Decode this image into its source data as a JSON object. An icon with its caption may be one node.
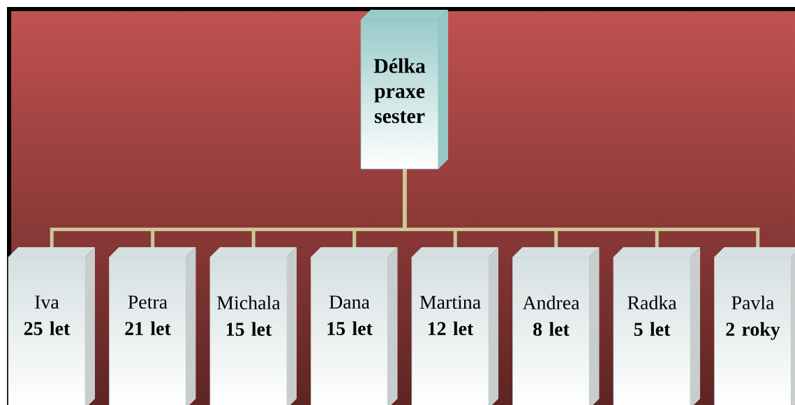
{
  "diagram": {
    "nodes": [
      {
        "text": [
          "Délka praxe sester"
        ]
      },
      {
        "text": [
          "Iva",
          "25 let"
        ]
      },
      {
        "text": [
          "Petra",
          "21 let"
        ]
      },
      {
        "text": [
          "Michala",
          "15 let"
        ]
      },
      {
        "text": [
          "Dana",
          "15 let"
        ]
      },
      {
        "text": [
          "Martina",
          "12 let"
        ]
      },
      {
        "text": [
          "Andrea",
          "8 let"
        ]
      },
      {
        "text": [
          "Radka",
          "5 let"
        ]
      },
      {
        "text": [
          "Pavla",
          "2 roky"
        ]
      }
    ],
    "edges": [
      {
        "from": 0,
        "to": 1,
        "arrow": "none"
      },
      {
        "from": 0,
        "to": 2,
        "arrow": "none"
      },
      {
        "from": 0,
        "to": 3,
        "arrow": "none"
      },
      {
        "from": 0,
        "to": 4,
        "arrow": "none"
      },
      {
        "from": 0,
        "to": 5,
        "arrow": "none"
      },
      {
        "from": 0,
        "to": 6,
        "arrow": "none"
      },
      {
        "from": 0,
        "to": 7,
        "arrow": "none"
      },
      {
        "from": 0,
        "to": 8,
        "arrow": "none"
      }
    ]
  }
}
